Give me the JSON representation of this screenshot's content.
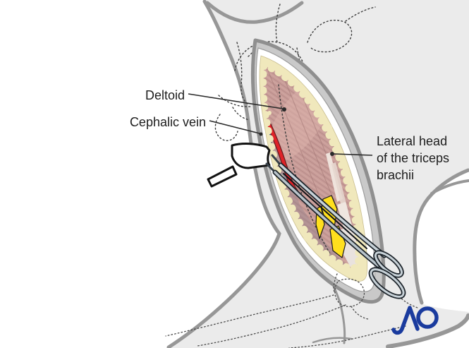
{
  "figure": {
    "description": "Surgical exposure of the upper arm between deltoid and lateral head of triceps",
    "labels": {
      "deltoid": "Deltoid",
      "cephalic_vein": "Cephalic vein",
      "lateral_head_lines": [
        "Lateral head",
        "of the triceps",
        "brachii"
      ]
    },
    "logo": {
      "text": "AO",
      "color": "#1a3b9e"
    },
    "colors": {
      "background": "#ffffff",
      "body": "#ebebeb",
      "outline_gray": "#979797",
      "skin_band": "#c9c9c9",
      "wound_white_band": "#ffffff",
      "fat_pale": "#f0e8bc",
      "fat_bright": "#ffdf1e",
      "muscle_deltoid": "#c89c98",
      "muscle_triceps": "#bd8e8b",
      "deep_shadow": "#8e7f89",
      "vein_blue": "#2e5d9c",
      "vessel_red": "#e02228",
      "instrument_metal": "#c8d2d8",
      "instrument_dark": "#1d242b",
      "retractor_white": "#ffffff",
      "label_text": "#1c1c1c"
    }
  }
}
